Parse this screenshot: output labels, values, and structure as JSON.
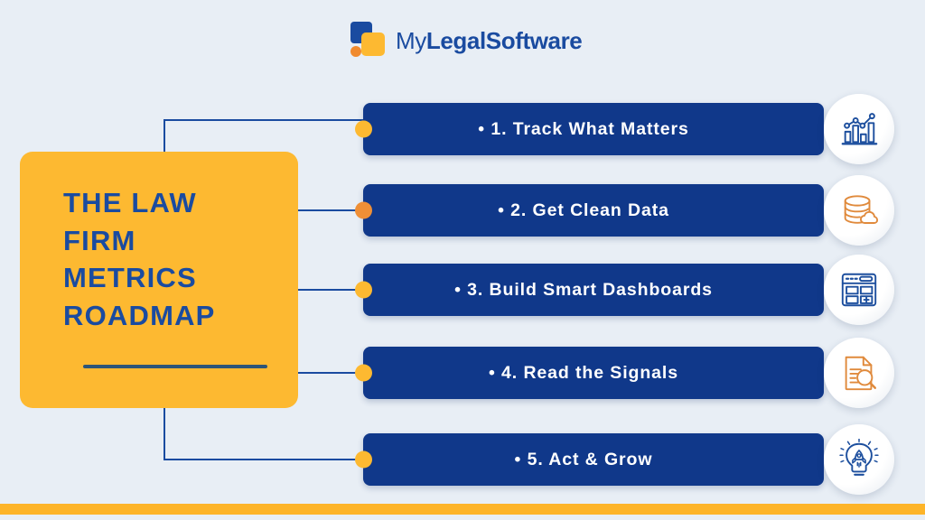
{
  "brand": {
    "logo_text_light": "My",
    "logo_text_bold": "LegalSoftware",
    "mark_icon": "stacked-squares-logo-icon",
    "navy": "#1a4ba0",
    "amber": "#fdb931",
    "orange": "#f08a2e"
  },
  "title_card": {
    "heading": "THE LAW FIRM METRICS ROADMAP",
    "background_color": "#fdb931",
    "text_color": "#1a4ba0",
    "divider_color": "#2d5578"
  },
  "theme": {
    "page_background": "#e8eef5",
    "bar_color": "#10388a",
    "bar_text_color": "#ffffff",
    "connector_color": "#1a4ba0",
    "footer_bar_color": "#fdb429"
  },
  "steps": [
    {
      "label": "• 1. Track What Matters",
      "dot_color": "#fdb931",
      "icon": "bar-chart-trend-icon",
      "icon_color": "#1d4f9e"
    },
    {
      "label": "• 2. Get Clean Data",
      "dot_color": "#ef8f36",
      "icon": "database-cloud-icon",
      "icon_color": "#e08a3c"
    },
    {
      "label": "• 3. Build Smart Dashboards",
      "dot_color": "#fdb931",
      "icon": "dashboard-layout-icon",
      "icon_color": "#1d4f9e"
    },
    {
      "label": "• 4. Read the Signals",
      "dot_color": "#fdb931",
      "icon": "document-magnifier-icon",
      "icon_color": "#e08a3c"
    },
    {
      "label": "• 5. Act & Grow",
      "dot_color": "#fdb931",
      "icon": "lightbulb-rocket-icon",
      "icon_color": "#1d4f9e"
    }
  ]
}
